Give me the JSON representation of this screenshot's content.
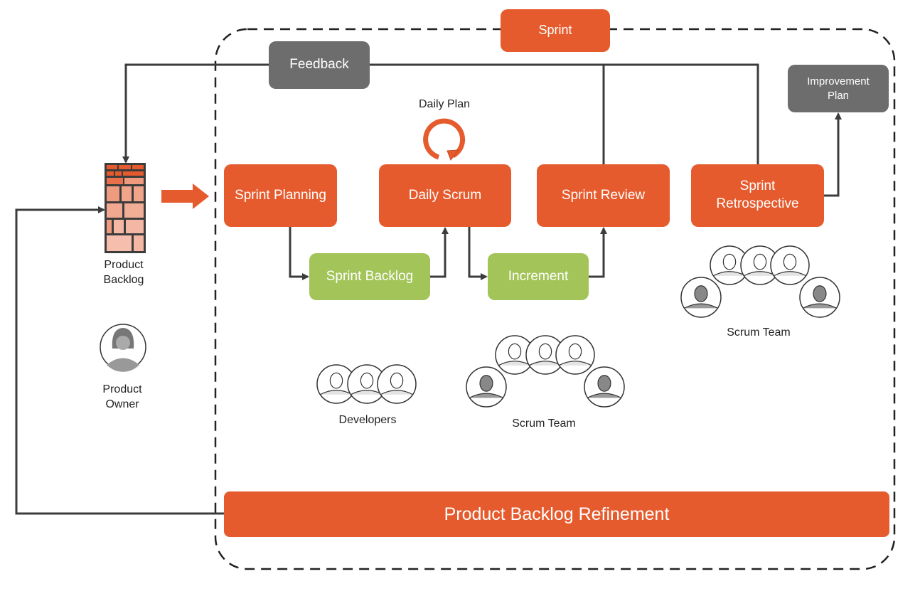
{
  "diagram": {
    "title": "Sprint",
    "colors": {
      "event": "#e65b2d",
      "artifact": "#a2c458",
      "output": "#6d6d6d",
      "connector": "#3c3c3c"
    },
    "boxes": {
      "sprint": "Sprint",
      "feedback": "Feedback",
      "improvement_plan": "Improvement Plan",
      "sprint_planning": "Sprint Planning",
      "daily_scrum": "Daily Scrum",
      "sprint_review": "Sprint Review",
      "sprint_retrospective_line1": "Sprint",
      "sprint_retrospective_line2": "Retrospective",
      "sprint_backlog": "Sprint Backlog",
      "increment": "Increment",
      "product_backlog_refinement": "Product Backlog Refinement"
    },
    "labels": {
      "daily_plan": "Daily Plan",
      "product_backlog_line1": "Product",
      "product_backlog_line2": "Backlog",
      "product_owner_line1": "Product",
      "product_owner_line2": "Owner",
      "developers": "Developers",
      "scrum_team_center": "Scrum Team",
      "scrum_team_right": "Scrum Team"
    },
    "icons": {
      "product_backlog": "brick-wall-icon",
      "daily_plan": "cycle-arrow-icon",
      "product_owner": "person-icon",
      "developers": "group-icon",
      "scrum_team": "group-icon"
    }
  }
}
